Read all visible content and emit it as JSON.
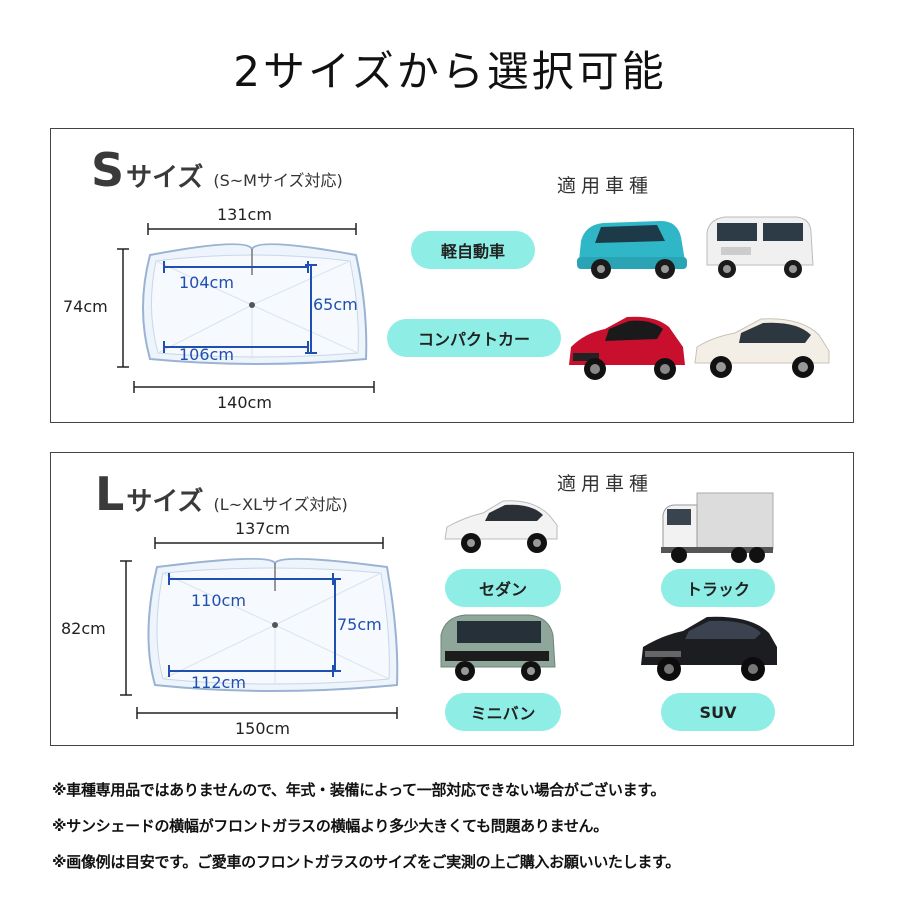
{
  "title": "2サイズから選択可能",
  "small": {
    "letter": "S",
    "word": "サイズ",
    "note": "(S~Mサイズ対応)",
    "cars_heading": "適用車種",
    "dims": {
      "top_outer": "131cm",
      "top_inner": "104cm",
      "side_outer": "74cm",
      "side_inner": "65cm",
      "bottom_inner": "106cm",
      "bottom_outer": "140cm"
    },
    "categories": [
      "軽自動車",
      "コンパクトカー"
    ]
  },
  "large": {
    "letter": "L",
    "word": "サイズ",
    "note": "(L~XLサイズ対応)",
    "cars_heading": "適用車種",
    "dims": {
      "top_outer": "137cm",
      "top_inner": "110cm",
      "side_outer": "82cm",
      "side_inner": "75cm",
      "bottom_inner": "112cm",
      "bottom_outer": "150cm"
    },
    "categories": [
      "セダン",
      "トラック",
      "ミニバン",
      "SUV"
    ]
  },
  "notes": [
    "※車種専用品ではありませんので、年式・装備によって一部対応できない場合がございます。",
    "※サンシェードの横幅がフロントガラスの横幅より多少大きくても問題ありません。",
    "※画像例は目安です。ご愛車のフロントガラスのサイズをご実測の上ご購入お願いいたします。"
  ],
  "colors": {
    "pill": "#8eeee6",
    "inner_dimension": "#1f4fb0",
    "kei_car": "#2fb7c8",
    "compact_red": "#c8102e"
  }
}
